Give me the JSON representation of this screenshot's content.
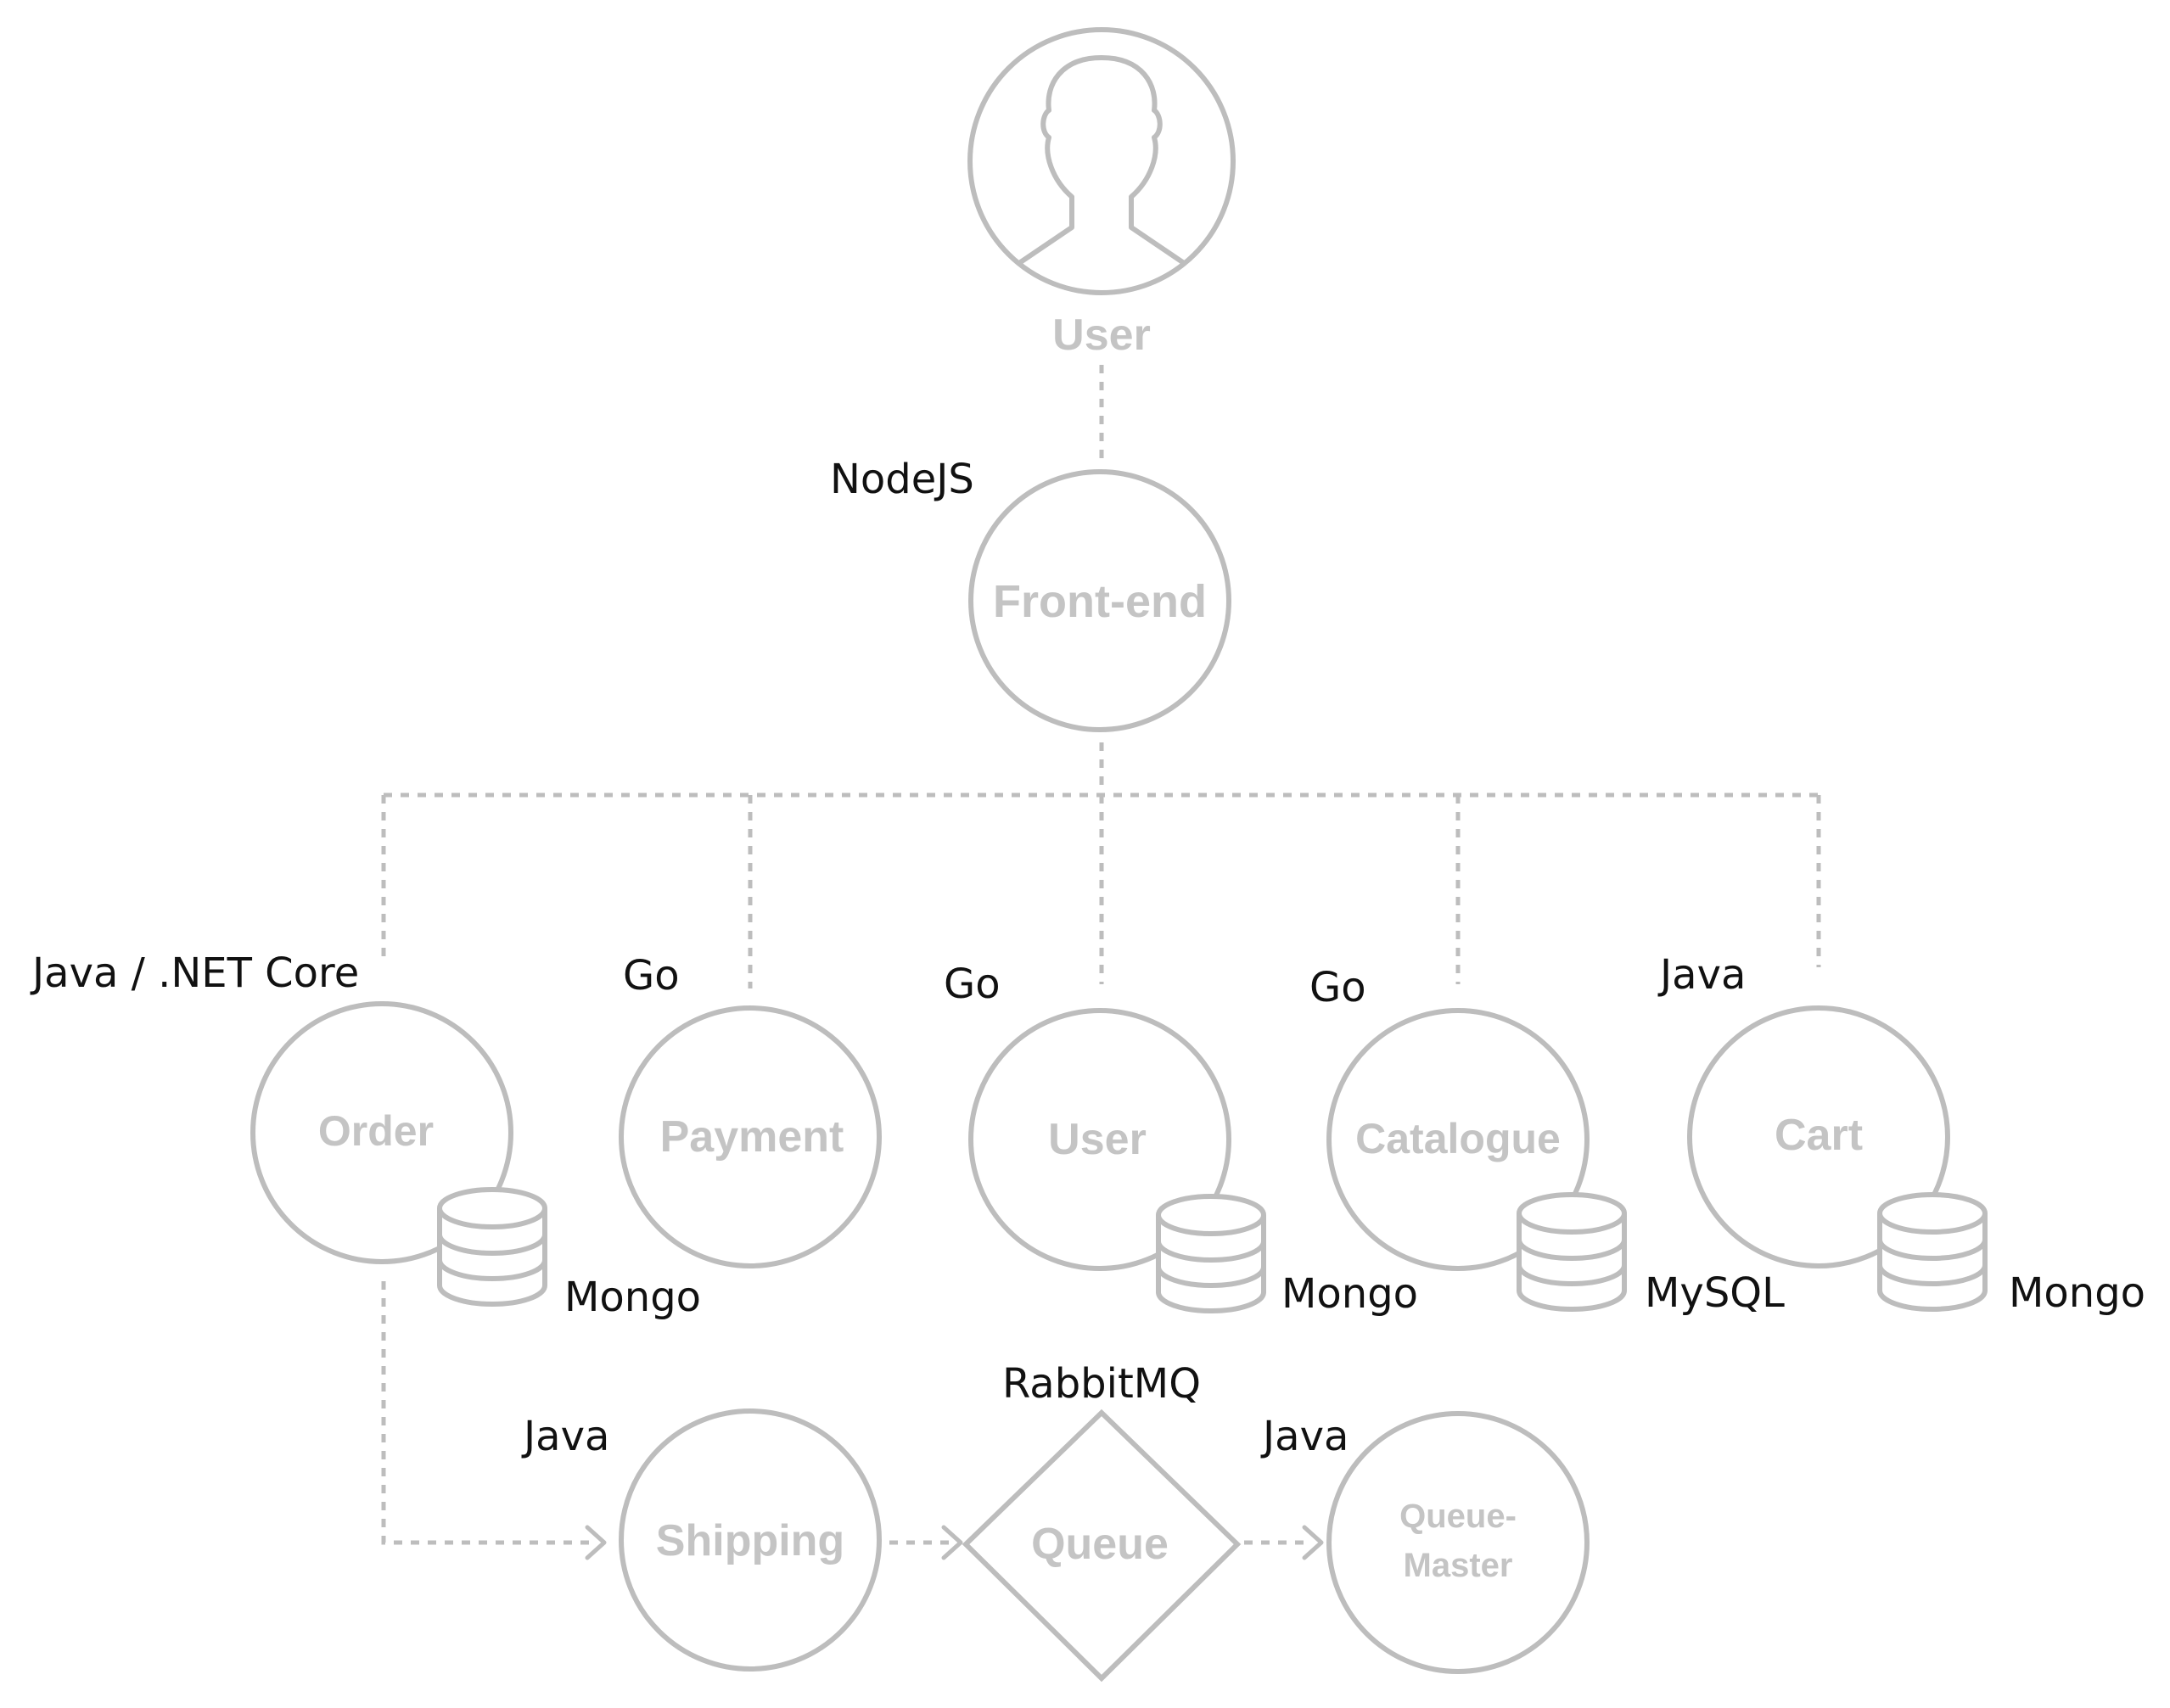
{
  "user": {
    "label": "User"
  },
  "frontend": {
    "label": "Front-end",
    "tech": "NodeJS"
  },
  "services": {
    "order": {
      "label": "Order",
      "tech": "Java / .NET Core",
      "db": "Mongo"
    },
    "payment": {
      "label": "Payment",
      "tech": "Go"
    },
    "user": {
      "label": "User",
      "tech": "Go",
      "db": "Mongo"
    },
    "catalogue": {
      "label": "Catalogue",
      "tech": "Go",
      "db": "MySQL"
    },
    "cart": {
      "label": "Cart",
      "tech": "Java",
      "db": "Mongo"
    }
  },
  "async": {
    "shipping": {
      "label": "Shipping",
      "tech": "Java"
    },
    "queue": {
      "label": "Queue",
      "tech": "RabbitMQ"
    },
    "queue_master": {
      "label_line1": "Queue-",
      "label_line2": "Master",
      "tech": "Java"
    }
  },
  "colors": {
    "node": "#bdbdbd",
    "node_label": "#c4c4c4",
    "tech_label": "#111111"
  }
}
